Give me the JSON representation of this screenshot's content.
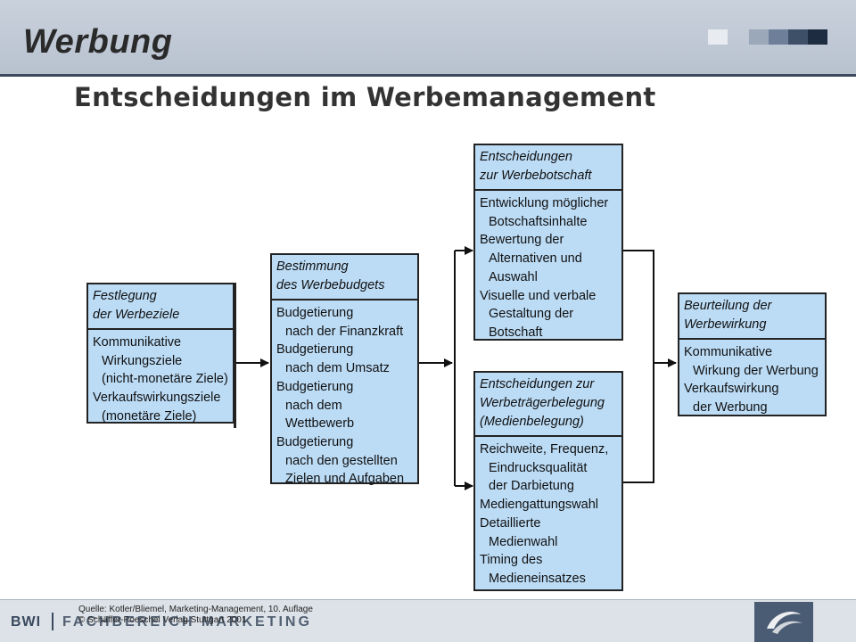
{
  "header": {
    "title": "Werbung"
  },
  "subtitle": "Entscheidungen im Werbemanagement",
  "colors": {
    "box_fill": "#bcdcf6",
    "header_band": "#c9d1dc",
    "accent_dark": "#3c4a5c"
  },
  "boxes": {
    "werbeziele": {
      "head": [
        "Festlegung",
        "der Werbeziele"
      ],
      "lines": [
        "Kommunikative",
        "Wirkungsziele",
        "(nicht-monetäre Ziele)",
        "Verkaufswirkungsziele",
        "(monetäre Ziele)"
      ]
    },
    "werbebudget": {
      "head": [
        "Bestimmung",
        "des Werbebudgets"
      ],
      "lines": [
        "Budgetierung",
        "nach der Finanzkraft",
        "Budgetierung",
        "nach dem Umsatz",
        "Budgetierung",
        "nach dem Wettbewerb",
        "Budgetierung",
        "nach den gestellten",
        "Zielen und Aufgaben"
      ]
    },
    "werbebotschaft": {
      "head": [
        "Entscheidungen",
        "zur Werbebotschaft"
      ],
      "lines": [
        "Entwicklung möglicher",
        "Botschaftsinhalte",
        "Bewertung der",
        "Alternativen und",
        "Auswahl",
        "Visuelle und verbale",
        "Gestaltung der",
        "Botschaft"
      ]
    },
    "medienbelegung": {
      "head": [
        "Entscheidungen zur",
        "Werbeträgerbelegung",
        "(Medienbelegung)"
      ],
      "lines": [
        "Reichweite, Frequenz,",
        "Eindrucksqualität",
        "der Darbietung",
        "Mediengattungswahl",
        "Detaillierte",
        "Medienwahl",
        "Timing des",
        "Medieneinsatzes"
      ]
    },
    "werbewirkung": {
      "head": [
        "Beurteilung der",
        "Werbewirkung"
      ],
      "lines": [
        "Kommunikative",
        "Wirkung der Werbung",
        "Verkaufswirkung",
        "der Werbung"
      ]
    }
  },
  "footer": {
    "source_line1": "Quelle: Kotler/Bliemel, Marketing-Management, 10. Auflage",
    "source_line2": "© Schäffer-Poeschel Verlag Stuttgart 2001",
    "org": "BWI",
    "department": "FACHBEREICH MARKETING"
  }
}
